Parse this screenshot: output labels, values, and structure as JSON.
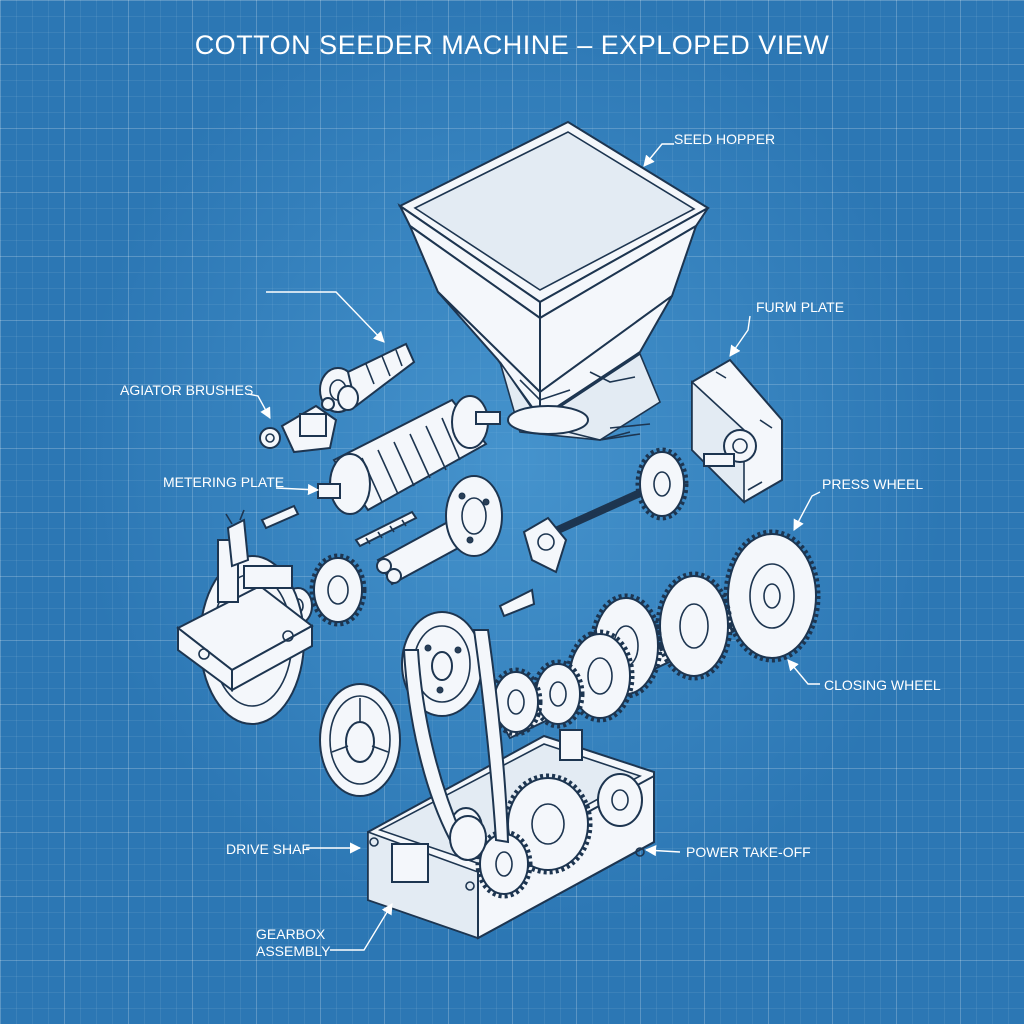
{
  "title": "COTTON SEEDER MACHINE – EXPLOPED VIEW",
  "labels": {
    "seed_hopper": "SEED HOPPER",
    "furrow_plate": "FURꟽ PLATE",
    "agitator_brushes": "AGIATOR BRUSHES",
    "metering_plate": "METERING PLATE",
    "press_wheel": "PRESS WHEEL",
    "closing_wheel": "CLOSING WHEEL",
    "drive_shaft": "DRIVE SHAF",
    "power_take_off": "POWER TAKE-OFF",
    "gearbox_line1": "GEARBOX",
    "gearbox_line2": "ASSEMBLY"
  },
  "colors": {
    "background": "#2c77b4",
    "grid": "#ffffff",
    "line_art": "#f4f7fb",
    "outline": "#1d3550"
  }
}
